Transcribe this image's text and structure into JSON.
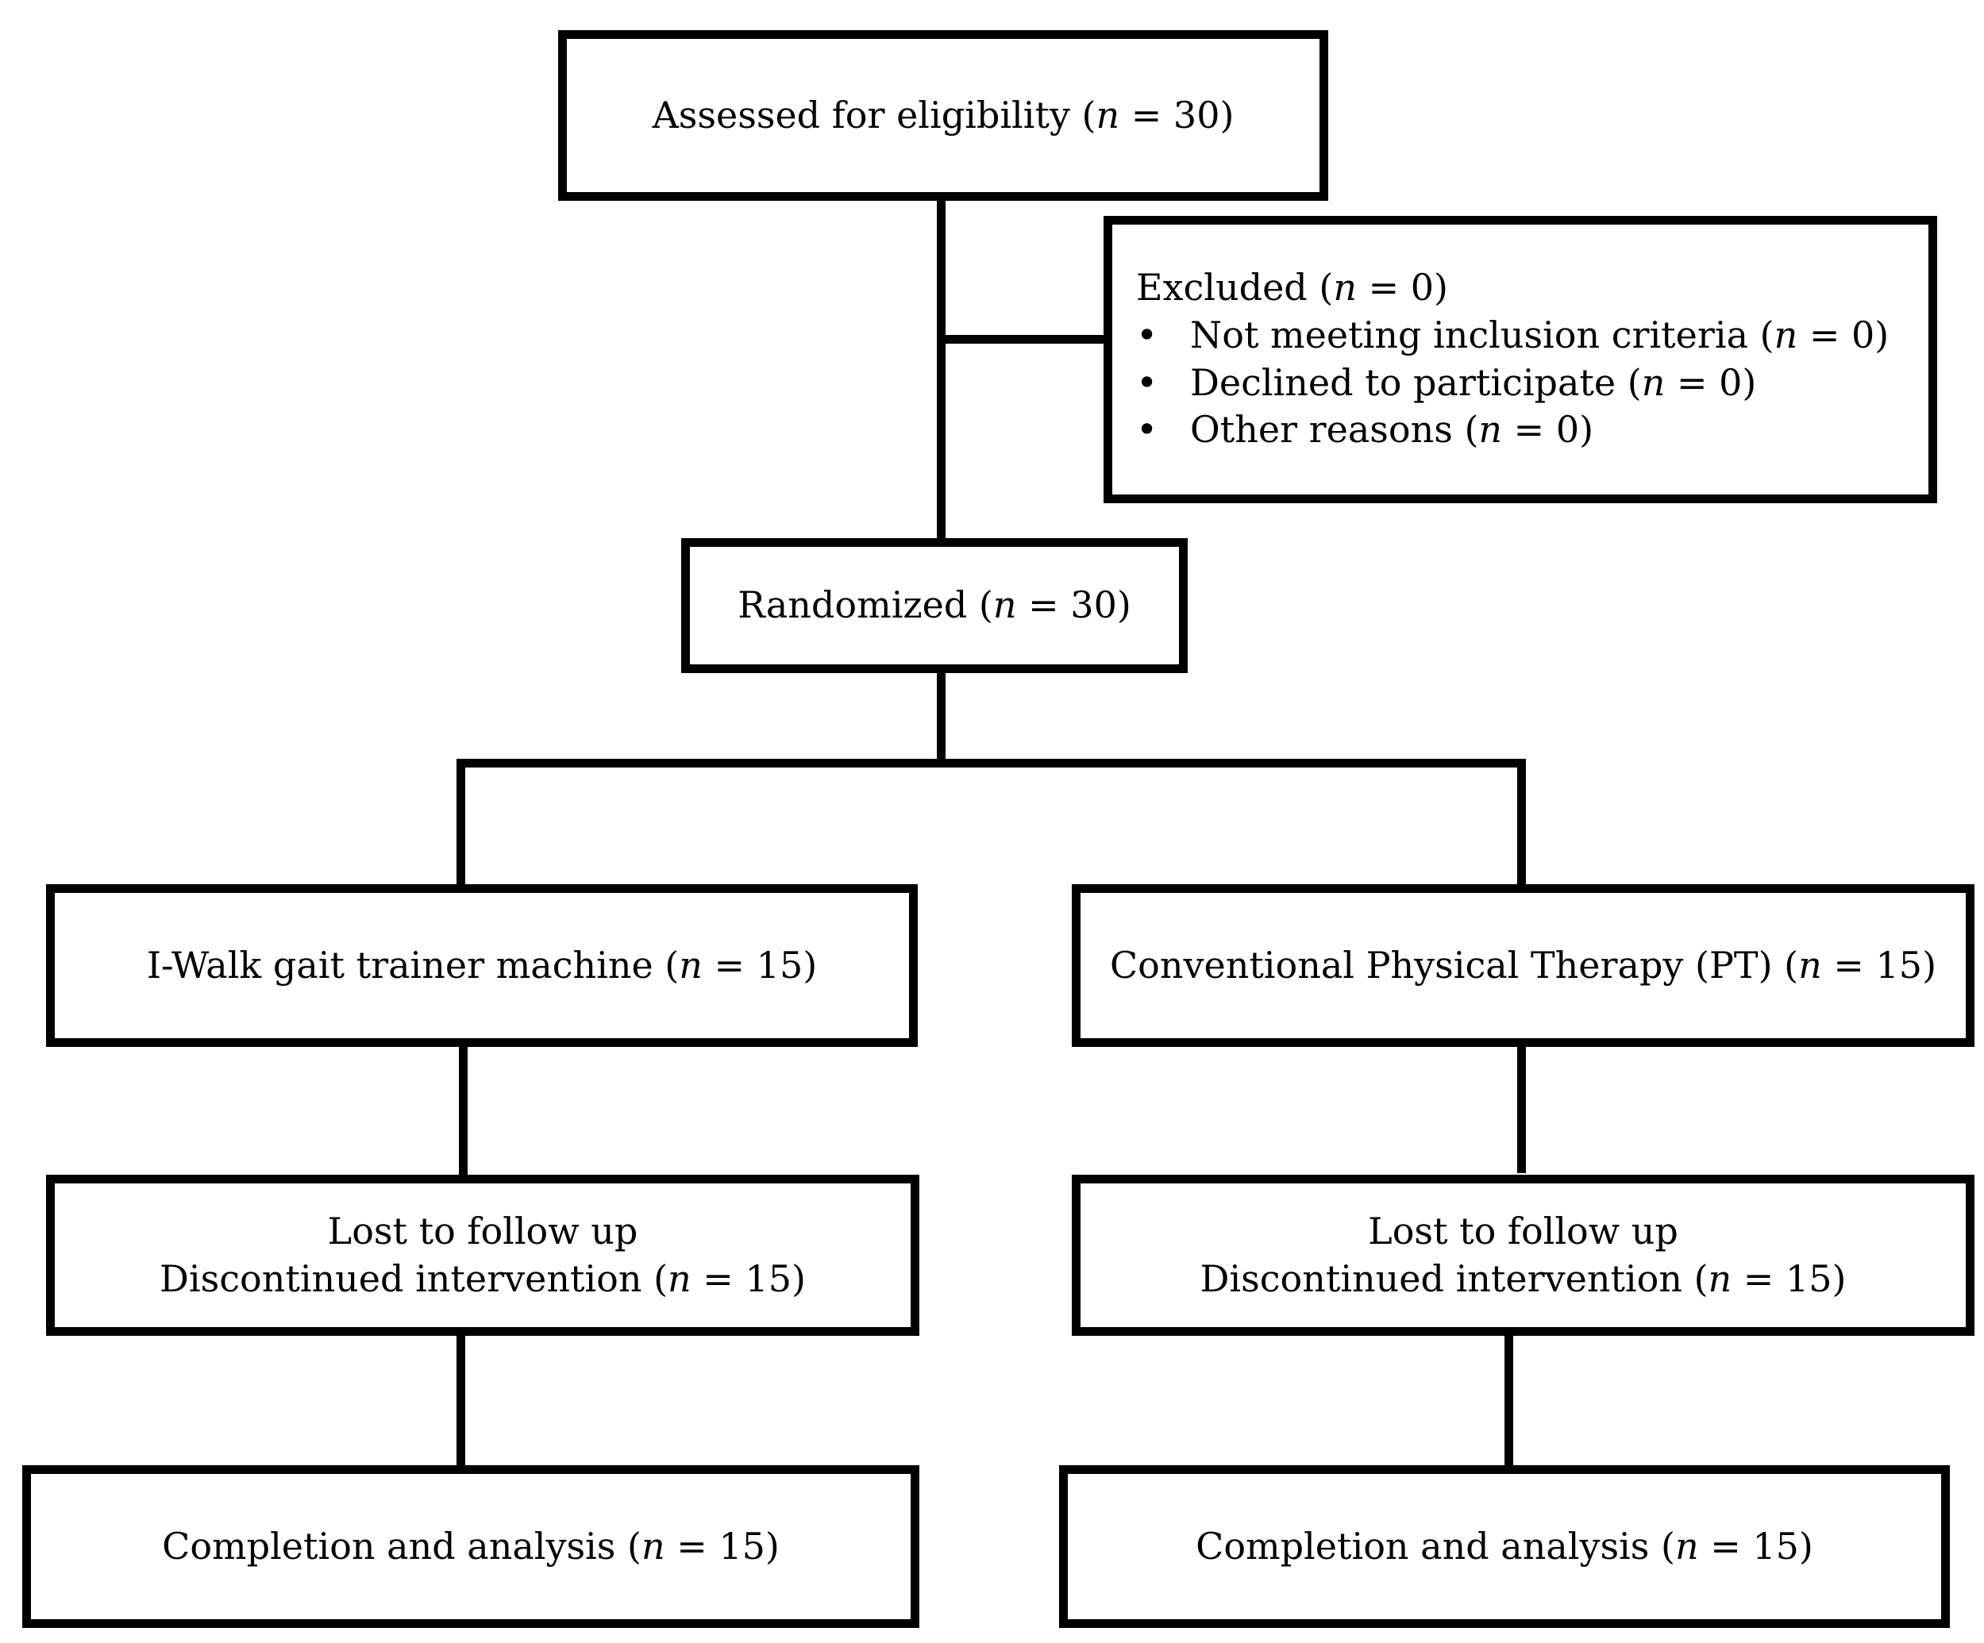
{
  "assessed": {
    "text": "Assessed for eligibility (",
    "n_label": "n",
    "rest": " = 30)"
  },
  "excluded": {
    "title": "Excluded (",
    "title_n": "n",
    "title_rest": " = 0)",
    "bullet": "•",
    "reasons": [
      {
        "text": "Not meeting inclusion criteria (",
        "n_label": "n",
        "rest": " = 0)"
      },
      {
        "text": "Declined to participate (",
        "n_label": "n",
        "rest": " = 0)"
      },
      {
        "text": "Other reasons (",
        "n_label": "n",
        "rest": " = 0)"
      }
    ]
  },
  "randomized": {
    "text": "Randomized (",
    "n_label": "n",
    "rest": " = 30)"
  },
  "arm_left": {
    "allocation": {
      "text": "I-Walk gait trainer machine (",
      "n_label": "n",
      "rest": " = 15)"
    },
    "followup_line1": "Lost to follow up",
    "followup_line2": {
      "text": "Discontinued intervention (",
      "n_label": "n",
      "rest": " = 15)"
    },
    "analysis": {
      "text": "Completion and analysis (",
      "n_label": "n",
      "rest": " = 15)"
    }
  },
  "arm_right": {
    "allocation": {
      "text": "Conventional Physical Therapy (PT)  (",
      "n_label": "n",
      "rest": " = 15)"
    },
    "followup_line1": "Lost to follow up",
    "followup_line2": {
      "text": "Discontinued intervention (",
      "n_label": "n",
      "rest": " = 15)"
    },
    "analysis": {
      "text": "Completion and analysis (",
      "n_label": "n",
      "rest": " = 15)"
    }
  }
}
